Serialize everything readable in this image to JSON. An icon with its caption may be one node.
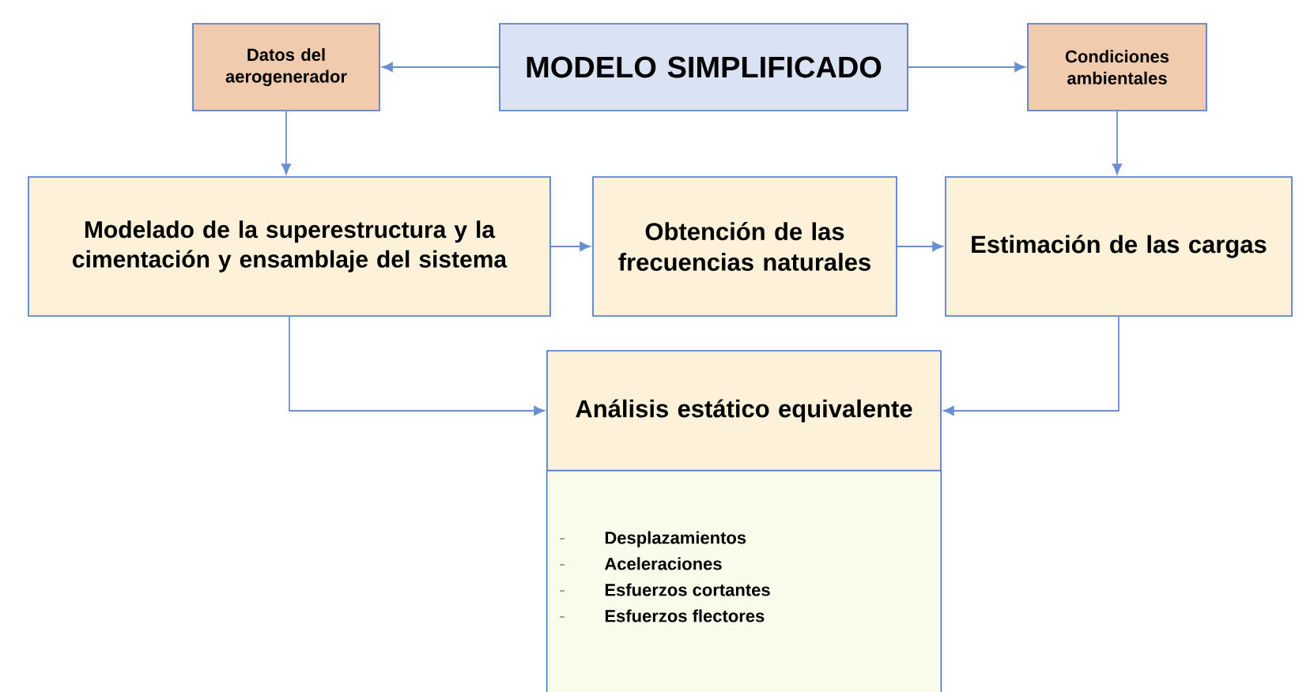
{
  "diagram": {
    "nodes": [
      {
        "text": [
          "MODELO SIMPLIFICADO"
        ]
      },
      {
        "text": [
          "Datos del aerogenerador"
        ]
      },
      {
        "text": [
          "Condiciones ambientales"
        ]
      },
      {
        "text": [
          "Modelado de la superestructura y la cimentación y ensamblaje del sistema"
        ]
      },
      {
        "text": [
          "Obtención de las frecuencias naturales"
        ]
      },
      {
        "text": [
          "Estimación de las cargas"
        ]
      },
      {
        "text": [
          "Análisis estático equivalente"
        ]
      },
      {
        "text": [
          "Desplazamientos",
          "Aceleraciones",
          "Esfuerzos cortantes",
          "Esfuerzos flectores"
        ]
      }
    ],
    "edges": [
      {
        "from": 0,
        "to": 1,
        "arrow": "to"
      },
      {
        "from": 0,
        "to": 2,
        "arrow": "to"
      },
      {
        "from": 1,
        "to": 3,
        "arrow": "to"
      },
      {
        "from": 2,
        "to": 5,
        "arrow": "to"
      },
      {
        "from": 3,
        "to": 4,
        "arrow": "to"
      },
      {
        "from": 4,
        "to": 5,
        "arrow": "to"
      },
      {
        "from": 3,
        "to": 6,
        "arrow": "to"
      },
      {
        "from": 5,
        "to": 6,
        "arrow": "to"
      }
    ]
  }
}
